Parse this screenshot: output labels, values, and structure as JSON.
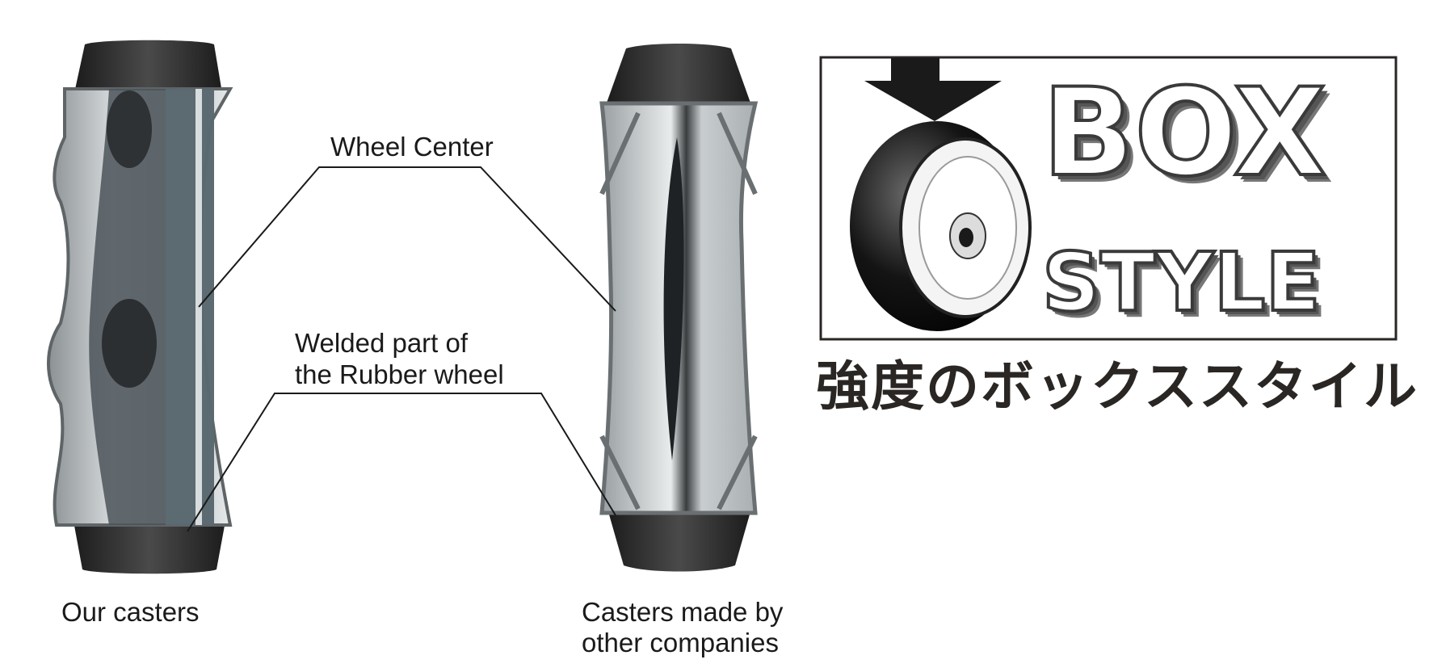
{
  "labels": {
    "wheel_center": "Wheel Center",
    "welded_line1": "Welded part of",
    "welded_line2": "the  Rubber wheel",
    "our_casters": "Our casters",
    "others_line1": "Casters made by",
    "others_line2": "other companies"
  },
  "logo": {
    "word_box": "BOX",
    "word_style": "STYLE",
    "tagline_ja": "強度のボックススタイル"
  },
  "icons": {
    "arrow": "down-arrow-icon",
    "wheel": "caster-wheel-icon"
  },
  "colors": {
    "tire": "#2b2b2b",
    "metal": "#aeb3b5",
    "metal_dark": "#6e7376",
    "text": "#1a1a1a"
  }
}
